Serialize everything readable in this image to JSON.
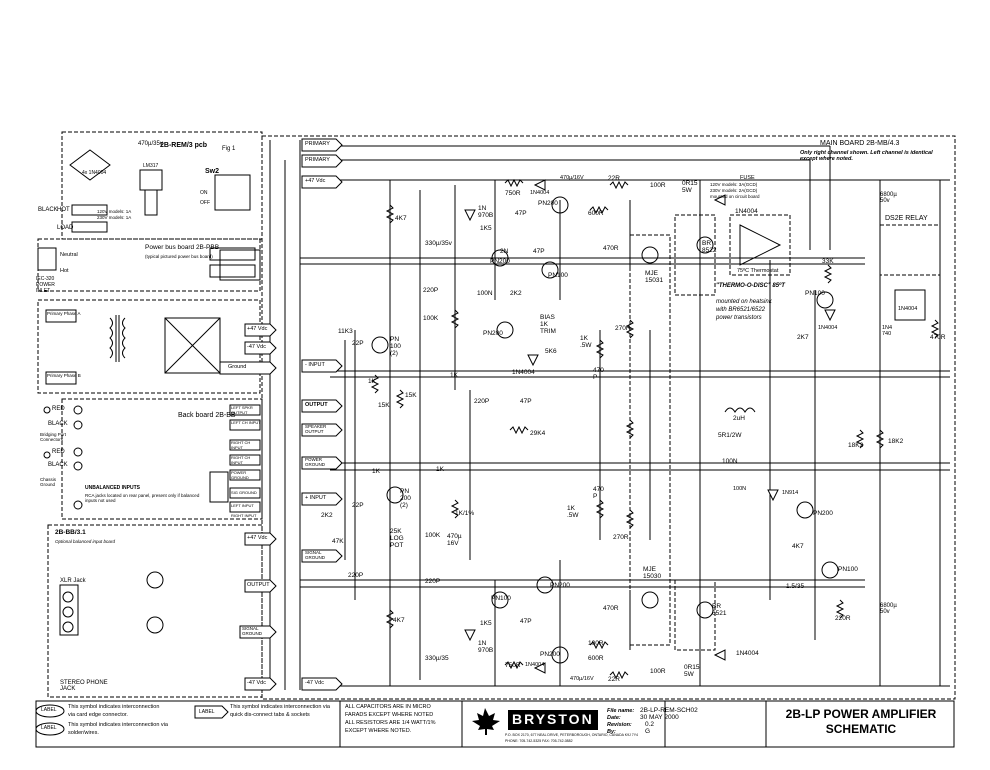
{
  "main_board": {
    "title": "MAIN BOARD 2B-MB/4.3",
    "note": "Only right channel shown. Left channel is identical except where noted."
  },
  "fuse": {
    "label": "FUSE",
    "note1": "120V models: 3A(GCD)",
    "note2": "230V models: 2A(GCD)",
    "note3": "mounted on circuit board"
  },
  "rem_pcb": {
    "title": "2B-REM/3 pcb",
    "fig": "Fig 1",
    "cap": "470µ/35v",
    "ic": "4x 1N4004",
    "reg": "LM317",
    "sw": "Sw2",
    "on": "ON",
    "off": "OFF",
    "fuse_note1": "120V models: 1A",
    "fuse_note2": "230V models: 1A"
  },
  "power_bus": {
    "title": "Power bus board 2B-PBB",
    "note": "(typical pictured power bus board)"
  },
  "back_board": {
    "title": "Back board 2B-BB"
  },
  "bridging": {
    "label": "Bridging Port Connectors"
  },
  "unbalanced": {
    "title": "UNBALANCED INPUTS",
    "note": "RCA jacks located on rear panel, present only if balanced inputs not used"
  },
  "balanced_title": "2B-BB/3.1",
  "balanced_note": "Optional balanced input board",
  "xlr": "XLR Jack",
  "stereo_jack": "STEREO PHONE JACK",
  "ds2e_relay": "DS2E RELAY",
  "thermo": {
    "title": "\"THERMO-O-DISC\" 85ºT",
    "line2": "mounted on heatsink",
    "line3": "with BR6521/6522",
    "line4": "power transistors"
  },
  "thermostat": "75ºC Thermostat",
  "left_labels": {
    "iec": "IEC-320 POWER INLET",
    "primary_a": "Primary Phase A",
    "primary_b": "Primary Phase B",
    "hot": "HOT",
    "load": "LOAD",
    "neutral": "Neutral",
    "hot2": "Hot",
    "black": "BLACK",
    "red": "RED",
    "chassis": "Chassis Ground",
    "hot_small": "HOT",
    "n1": "N",
    "r1": "R"
  },
  "connectors": [
    "PRIMARY",
    "PRIMARY",
    "+47 Vdc",
    "+47 Vdc",
    "-47 Vdc",
    "Ground",
    "- INPUT",
    "OUTPUT",
    "SPEAKER OUTPUT",
    "POWER GROUND",
    "+ INPUT",
    "SIGNAL GROUND",
    "+47 Vdc",
    "OUTPUT",
    "SIGNAL GROUND",
    "-47 Vdc",
    "-47 Vdc",
    "LEFT SPKR OUTPUT",
    "LEFT CH INPUT",
    "RIGHT CH INPUT",
    "RIGHT CH INPUT",
    "POWER GROUND",
    "SIG GROUND",
    "LEFT INPUT",
    "RIGHT INPUT"
  ],
  "parts": {
    "r4k7a": "4K7",
    "q1": "1N 970B",
    "c47p1": "47P",
    "r1k5a": "1K5",
    "c330a": "330µ/35v",
    "q2n": "2N",
    "pn200a": "PN200",
    "c47p2": "47P",
    "pn100a": "PN100",
    "c470a": "470µ/16V",
    "r750a": "750R",
    "d1n4004a": "1N4004",
    "r22a": "22R",
    "pn200b": "PN200",
    "r100a": "100R",
    "r0r15a": "0R15 5W",
    "r600a": "600R",
    "r470a": "470R",
    "br8522": "BR 8522",
    "mje15031": "MJE 15031",
    "d4004b": "1N4004",
    "c220p": "220P",
    "c100n": "100N",
    "r2k2": "2K2",
    "pn200c": "PN200",
    "bias": "BIAS 1K TRIM",
    "r5k6": "5K6",
    "d4004c": "1N4004",
    "r1k5w": "1K .5W",
    "c470p": "470 P",
    "r270a": "270R",
    "r100k": "100K",
    "r22p": "22P",
    "r1k": "1K",
    "r15k": "15K",
    "pn100b": "PN 100 (2)",
    "r11k3": "11K3",
    "c220pb": "220P",
    "c47pc": "47P",
    "r29k4": "29K4",
    "l2uh": "2uH",
    "r5r1": "5R1/2W",
    "r18k2a": "18K2",
    "r18k2b": "18K2",
    "c100nb": "100N",
    "d914": "1N914",
    "pn200d": "PN200",
    "r4k7b": "4K7",
    "pn100c": "PN100",
    "c15": "1.5/35",
    "r220": "220R",
    "c6800a": "6800µ 50v",
    "c6800b": "6800µ 50v",
    "r33k": "33K",
    "pn100d": "PN100",
    "r2k7": "2K7",
    "d4004d": "1N4004",
    "r470b": "470R",
    "d4740": "1N4740",
    "pn200e": "PN 200 (2)",
    "r25k": "25K LOG POT",
    "r47k": "47K",
    "r2k2b": "2K2",
    "r100kb": "100K",
    "r1k1pct": "1K/1%",
    "c470b": "470µ 16V",
    "r1k5w2": "1K .5W",
    "c470pb": "470 P",
    "r270b": "270R",
    "c220pc": "220P",
    "pn200f": "PN200",
    "mje15030": "MJE 15030",
    "r470c": "470R",
    "br6521": "BR 6521",
    "r100b": "100R",
    "r600b": "600R",
    "d4004e": "1N4004",
    "pn100e": "PN100",
    "r1k5b": "1K5",
    "q2": "1N 970B",
    "c330b": "330µ/35",
    "r750b": "750R",
    "d4004f": "1N4004",
    "c470c": "470µ/16V",
    "r22b": "22R",
    "r100c": "100R",
    "r0r15b": "0R15 5W",
    "r4k7c": "4K7",
    "c47pd": "47P",
    "c220pd": "220P"
  },
  "notes_block": {
    "label1": "LABEL",
    "text1a": "This symbol indicates interconnection",
    "text1b": "via card edge connector.",
    "label2": "LABEL",
    "text2a": "This symbol indicates interconnection via",
    "text2b": "solder/wires.",
    "label3": "LABEL",
    "text3a": "This symbol indicates interconnection via",
    "text3b": "quick dis-connect tabs & sockets",
    "cap_note1": "ALL CAPACITORS ARE IN MICRO",
    "cap_note2": "FARADS EXCEPT WHERE NOTED",
    "cap_note3": "ALL RESISTORS ARE 1/4 WATT/1%",
    "cap_note4": "EXCEPT WHERE NOTED."
  },
  "logo": {
    "name": "BRYSTON",
    "address": "P.O. BOX 2170, 677 NEAL DRIVE, PETERBOROUGH, ONTARIO, CANADA K9J 7Y4",
    "phone": "PHONE: 705-742-5325 FAX: 705-742-0882"
  },
  "file_info": {
    "file_name_label": "File name:",
    "file_name": "2B-LP-REM-SCH02",
    "date_label": "Date:",
    "date": "30 MAY 2000",
    "revision_label": "Revision:",
    "revision": "0.2",
    "by_label": "By:",
    "by": "G"
  },
  "title": {
    "line1": "2B-LP POWER AMPLIFIER",
    "line2": "SCHEMATIC"
  }
}
